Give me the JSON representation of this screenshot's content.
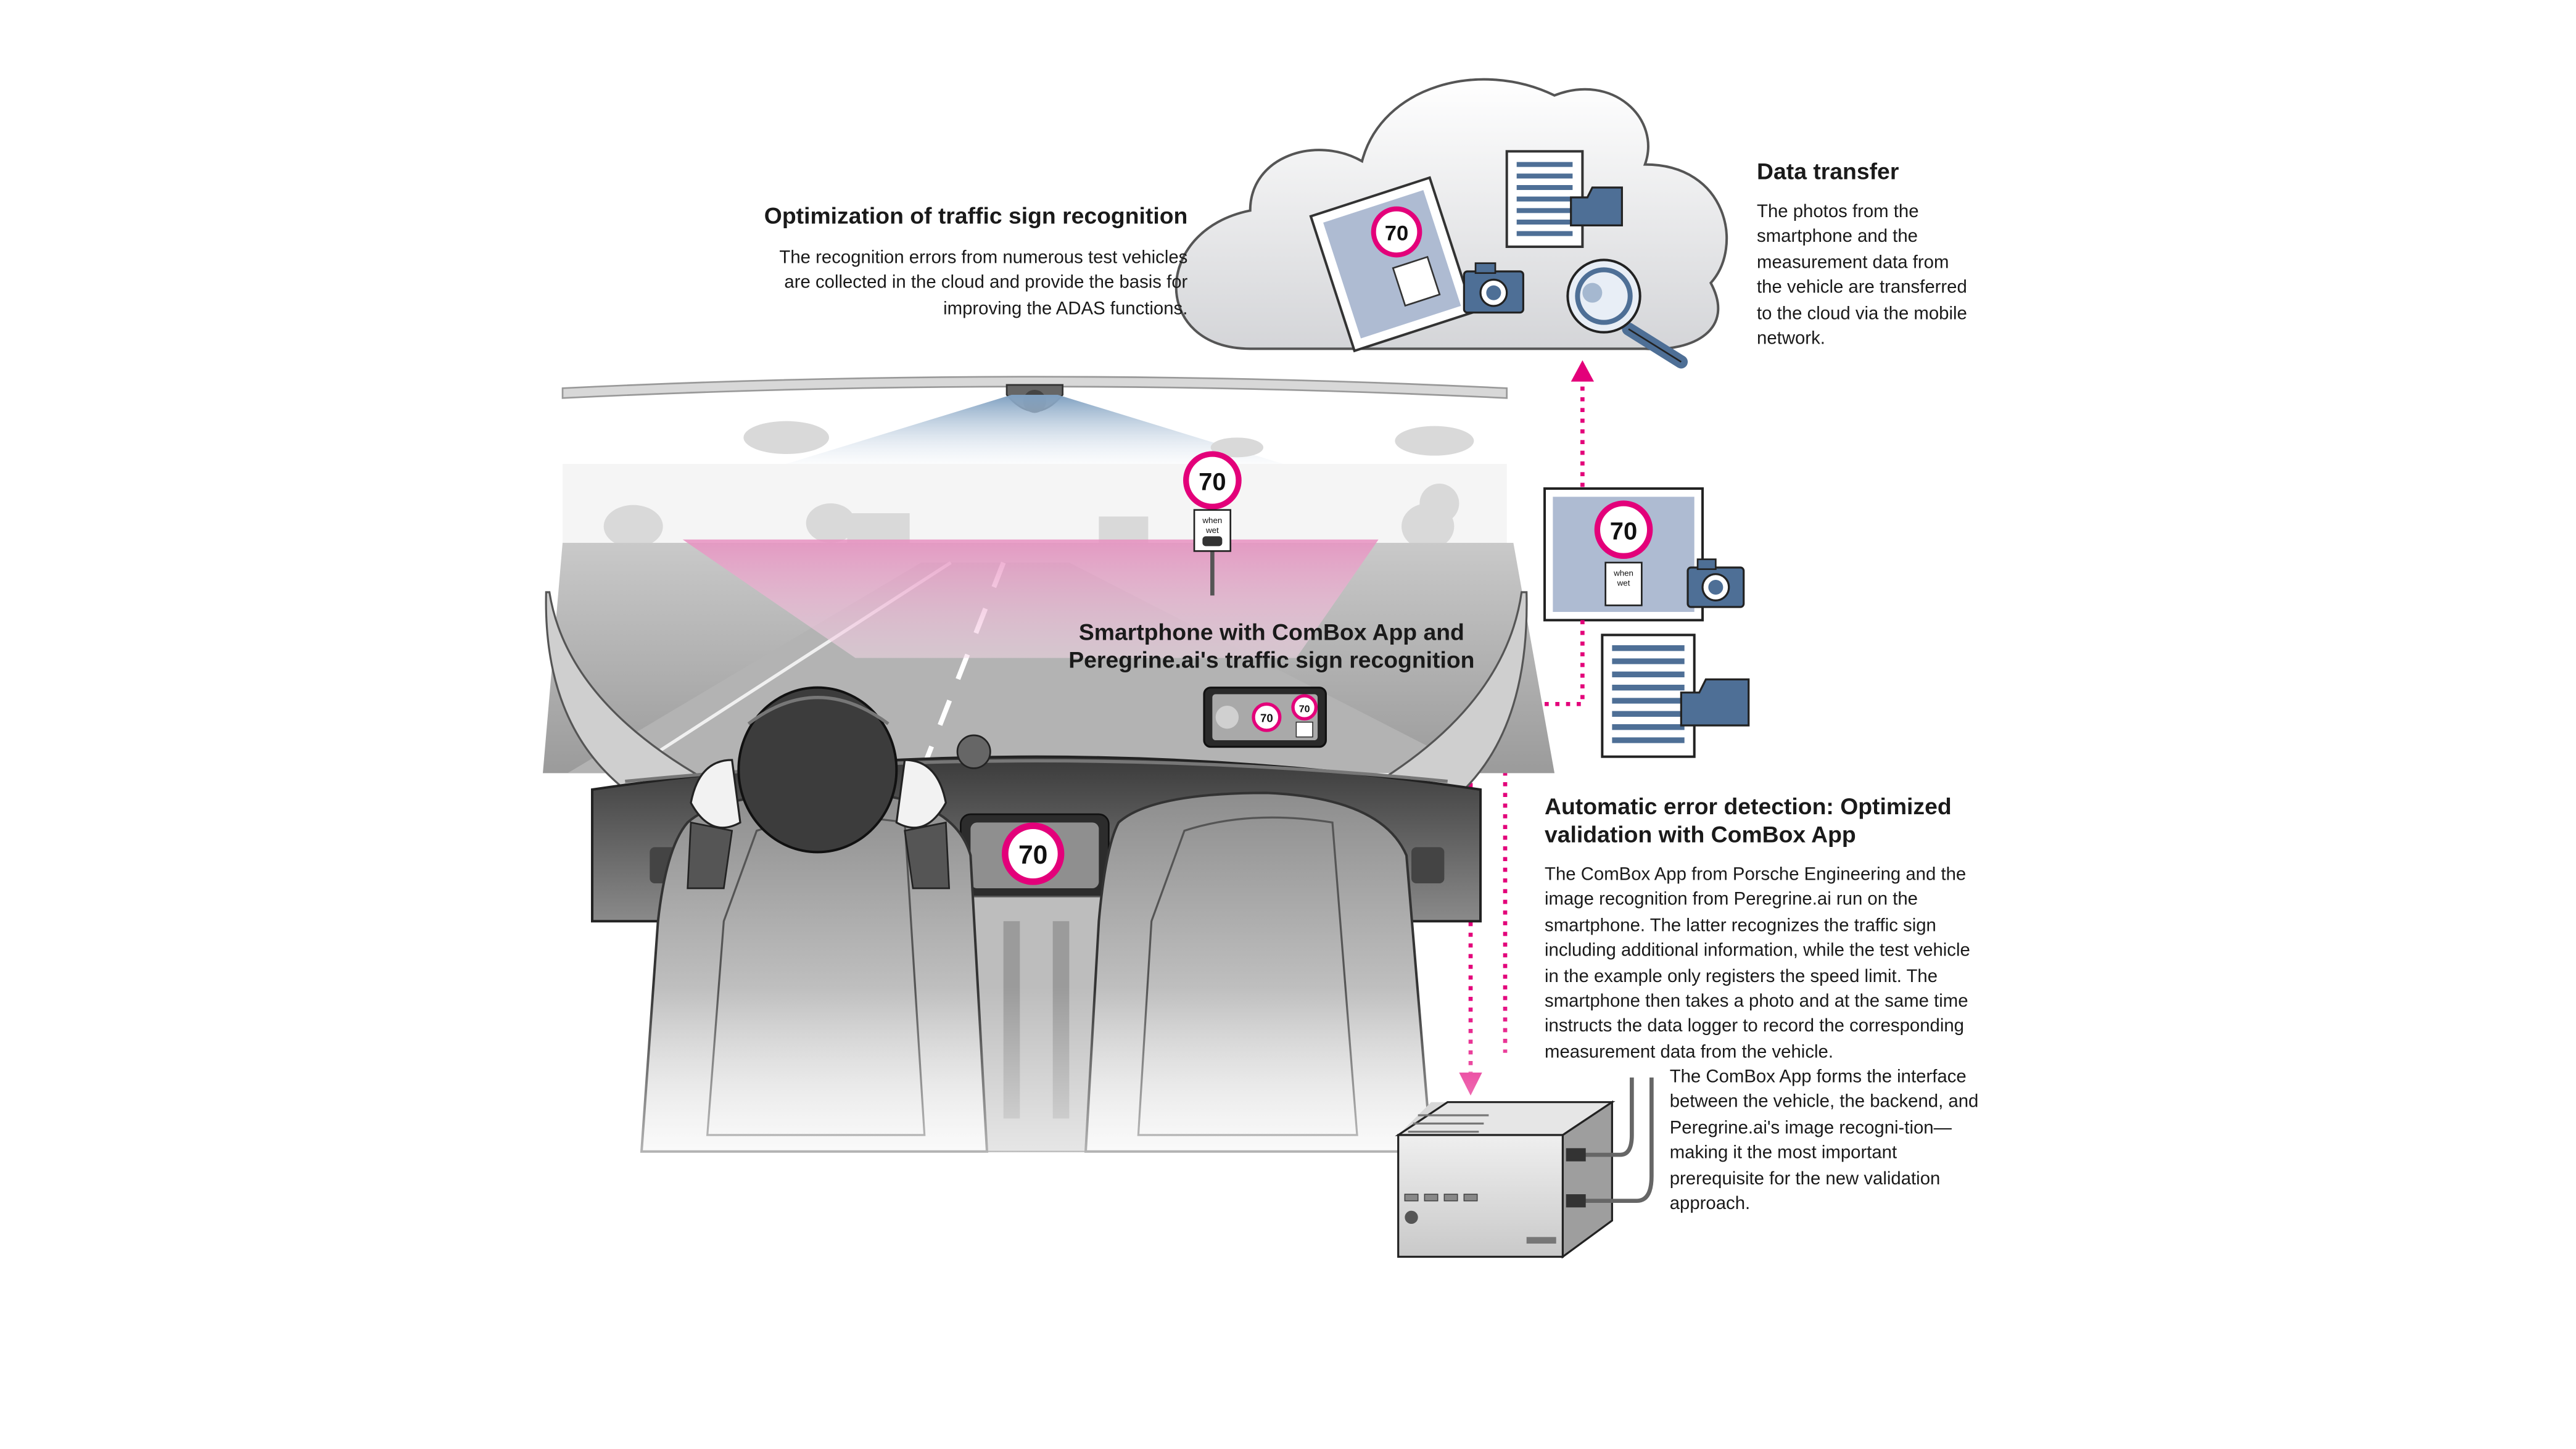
{
  "colors": {
    "accent": "#e3007a",
    "blue": "#4e6f96",
    "grey": "#9a9a9a"
  },
  "optimization": {
    "title": "Optimization of traffic sign recognition",
    "body": "The recognition errors from numerous test vehicles are collected in the cloud and provide the basis for improving the ADAS functions."
  },
  "data_transfer": {
    "title": "Data transfer",
    "body": "The photos from the smartphone and the measurement data from the vehicle are transferred to the cloud via the mobile network."
  },
  "smartphone": {
    "title_line1": "Smartphone with ComBox App and",
    "title_line2": "Peregrine.ai's traffic sign recognition"
  },
  "error_detection": {
    "title_line1": "Automatic error detection: Optimized",
    "title_line2": "validation with ComBox App",
    "body": "The ComBox App from Porsche Engineering and the image recognition from Peregrine.ai run on the smartphone. The latter recognizes the traffic sign including additional information, while the test vehicle in the example only registers the speed limit. The smartphone then takes a photo and at the same time instructs the data logger to record the corresponding measurement data from the vehicle.",
    "body2": "The ComBox App forms the interface between the vehicle, the backend, and Peregrine.ai's image recogni-tion—making it the most important prerequisite for the new validation approach."
  },
  "sign": {
    "speed": "70",
    "sub_line1": "when",
    "sub_line2": "wet"
  },
  "icons": [
    "cloud-icon",
    "camera-icon",
    "document-icon",
    "folder-icon",
    "magnifier-icon",
    "data-logger-icon",
    "smartphone-icon"
  ]
}
